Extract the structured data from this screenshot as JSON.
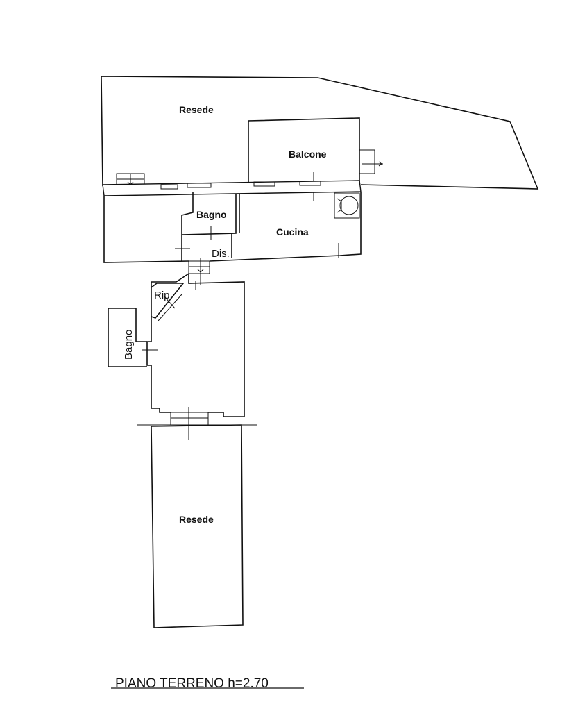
{
  "floor_plan": {
    "caption": "PIANO TERRENO h=2.70",
    "rooms": {
      "resede_top": "Resede",
      "balcone": "Balcone",
      "bagno_upper": "Bagno",
      "cucina": "Cucina",
      "dis": "Dis.",
      "rip": "Rip.",
      "bagno_lower": "Bagno",
      "resede_bottom": "Resede"
    }
  }
}
